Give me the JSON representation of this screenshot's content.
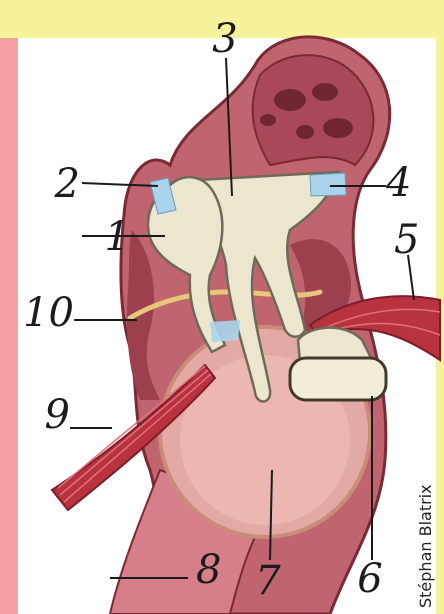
{
  "diagram": {
    "labels": [
      {
        "id": "incus",
        "text": "1"
      },
      {
        "id": "ligament-top-left",
        "text": "2"
      },
      {
        "id": "malleus-head",
        "text": "3"
      },
      {
        "id": "ligament-top-right",
        "text": "4"
      },
      {
        "id": "stapedius-muscle",
        "text": "5"
      },
      {
        "id": "stapes-footplate",
        "text": "6"
      },
      {
        "id": "tympanic-membrane",
        "text": "7"
      },
      {
        "id": "eustachian-tube",
        "text": "8"
      },
      {
        "id": "tensor-tympani",
        "text": "9"
      },
      {
        "id": "chorda-tympani",
        "text": "10"
      }
    ],
    "credit": "Stéphan Blatrix"
  },
  "colors": {
    "background": "#f6f29a",
    "left_band": "#f4a0a0",
    "panel": "#ffffff",
    "cavity": "#b2535e",
    "cavity_outline": "#7a2a34",
    "mucosa": "#d97d86",
    "bone": "#ece6cf",
    "bone_outline": "#6e6a58",
    "eardrum": "#e8b4ad",
    "muscle": "#b8323f",
    "ligament": "#a9d4ec"
  }
}
